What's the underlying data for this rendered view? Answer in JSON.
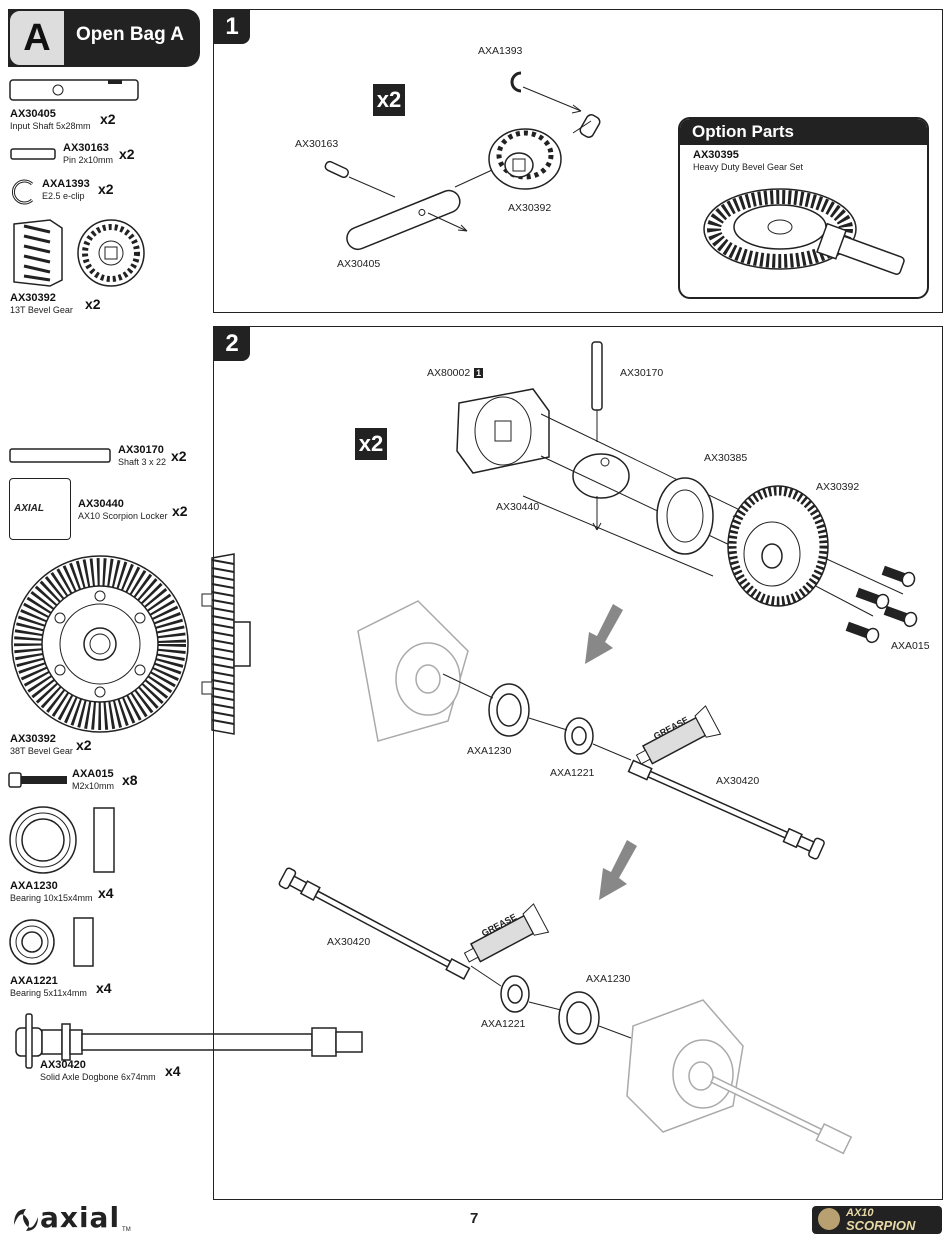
{
  "bag": {
    "letter": "A",
    "title": "Open Bag A"
  },
  "parts": [
    {
      "code": "AX30405",
      "desc": "Input Shaft 5x28mm",
      "qty": "x2"
    },
    {
      "code": "AX30163",
      "desc": "Pin 2x10mm",
      "qty": "x2"
    },
    {
      "code": "AXA1393",
      "desc": "E2.5 e-clip",
      "qty": "x2"
    },
    {
      "code": "AX30392",
      "desc": "13T Bevel Gear",
      "qty": "x2"
    },
    {
      "code": "AX30170",
      "desc": "Shaft 3 x 22",
      "qty": "x2"
    },
    {
      "code": "AX30440",
      "desc": "AX10 Scorpion Locker",
      "qty": "x2"
    },
    {
      "code": "AX30392",
      "desc": "38T Bevel Gear",
      "qty": "x2"
    },
    {
      "code": "AXA015",
      "desc": "M2x10mm",
      "qty": "x8"
    },
    {
      "code": "AXA1230",
      "desc": "Bearing 10x15x4mm",
      "qty": "x4"
    },
    {
      "code": "AXA1221",
      "desc": "Bearing 5x11x4mm",
      "qty": "x4"
    },
    {
      "code": "AX30420",
      "desc": "Solid Axle Dogbone 6x74mm",
      "qty": "x4"
    }
  ],
  "step1": {
    "number": "1",
    "multiplier": "x2",
    "callouts": {
      "eclip": "AXA1393",
      "pin": "AX30163",
      "gear": "AX30392",
      "shaft": "AX30405"
    },
    "option": {
      "header": "Option Parts",
      "code": "AX30395",
      "desc": "Heavy Duty Bevel Gear Set"
    }
  },
  "step2": {
    "number": "2",
    "multiplier": "x2",
    "callouts": {
      "case": "AX80002",
      "case_badge": "1",
      "shaft": "AX30170",
      "locker": "AX30440",
      "plate": "AX30385",
      "ring_gear": "AX30392",
      "screws": "AXA015",
      "bearing_big_a": "AXA1230",
      "bearing_small_a": "AXA1221",
      "dogbone_a": "AX30420",
      "dogbone_b": "AX30420",
      "bearing_small_b": "AXA1221",
      "bearing_big_b": "AXA1230"
    },
    "grease_label": "GREASE",
    "locker_logo": "AXIAL"
  },
  "footer": {
    "brand": "axial",
    "tm": "TM",
    "page": "7",
    "product_line1": "AX10",
    "product_line2": "SCORPION"
  }
}
